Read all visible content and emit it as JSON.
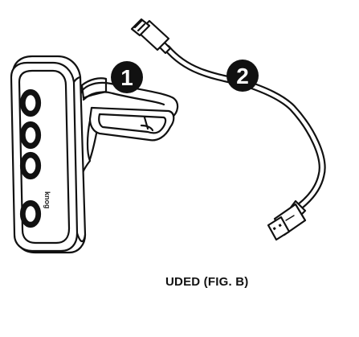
{
  "figure": {
    "caption": "UDED (FIG. B)",
    "callouts": [
      {
        "number": "1",
        "part": "light"
      },
      {
        "number": "2",
        "part": "cable"
      }
    ],
    "light_logo": "knog",
    "stroke_color": "#111111",
    "badge_color": "#111111"
  }
}
